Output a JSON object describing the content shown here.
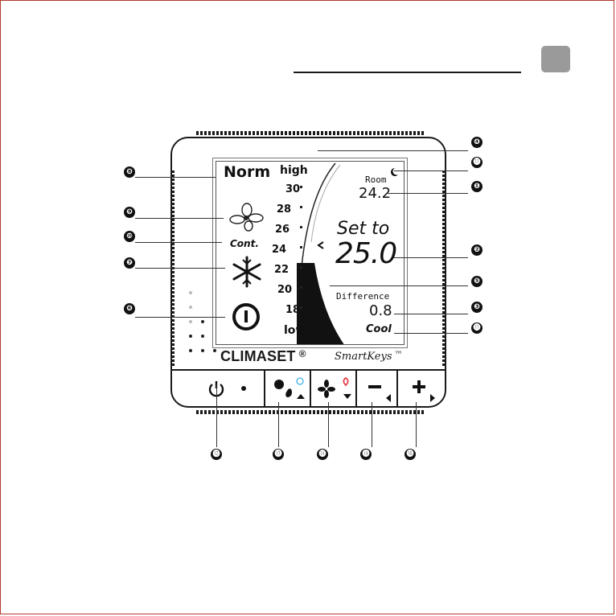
{
  "display": {
    "mode_label": "Norm",
    "fan_mode": "Cont.",
    "scale_high": "high",
    "scale_low": "low",
    "scale_ticks": [
      "30",
      "28",
      "26",
      "24",
      "22",
      "20",
      "18"
    ],
    "fan_level_fraction": 0.45,
    "room_label": "Room",
    "room_temp": "24.2",
    "setto_label": "Set to",
    "setpoint": "25.0",
    "difference_label": "Difference",
    "difference_value": "0.8",
    "operation_mode": "Cool"
  },
  "branding": {
    "brand": "CLIMASET",
    "brand_mark": "®",
    "series": "SmartKeys",
    "series_mark": "™"
  },
  "buttons": [
    {
      "id": "power",
      "icon": "power-icon"
    },
    {
      "id": "mode",
      "icon": "fan-heat-icon"
    },
    {
      "id": "fan",
      "icon": "fan-icon"
    },
    {
      "id": "minus",
      "icon": "minus-icon"
    },
    {
      "id": "plus",
      "icon": "plus-icon"
    }
  ],
  "callouts": {
    "c1": "❶",
    "c2": "❷",
    "c3": "❸",
    "c4": "❹",
    "c5": "❺",
    "c6": "❻",
    "c7": "❼",
    "c8": "❽",
    "c9": "❾",
    "c10": "❿",
    "c11": "⓫",
    "c12": "⓬",
    "c13": "⓭",
    "c14": "⓮",
    "c15": "⓯",
    "c16": "⓰",
    "c17": "⓱"
  },
  "colors": {
    "accent_frame": "#b23a2e",
    "badge": "#9a9a9a",
    "snow_hint": "#3fb2e6",
    "heat_hint": "#e2404c"
  }
}
